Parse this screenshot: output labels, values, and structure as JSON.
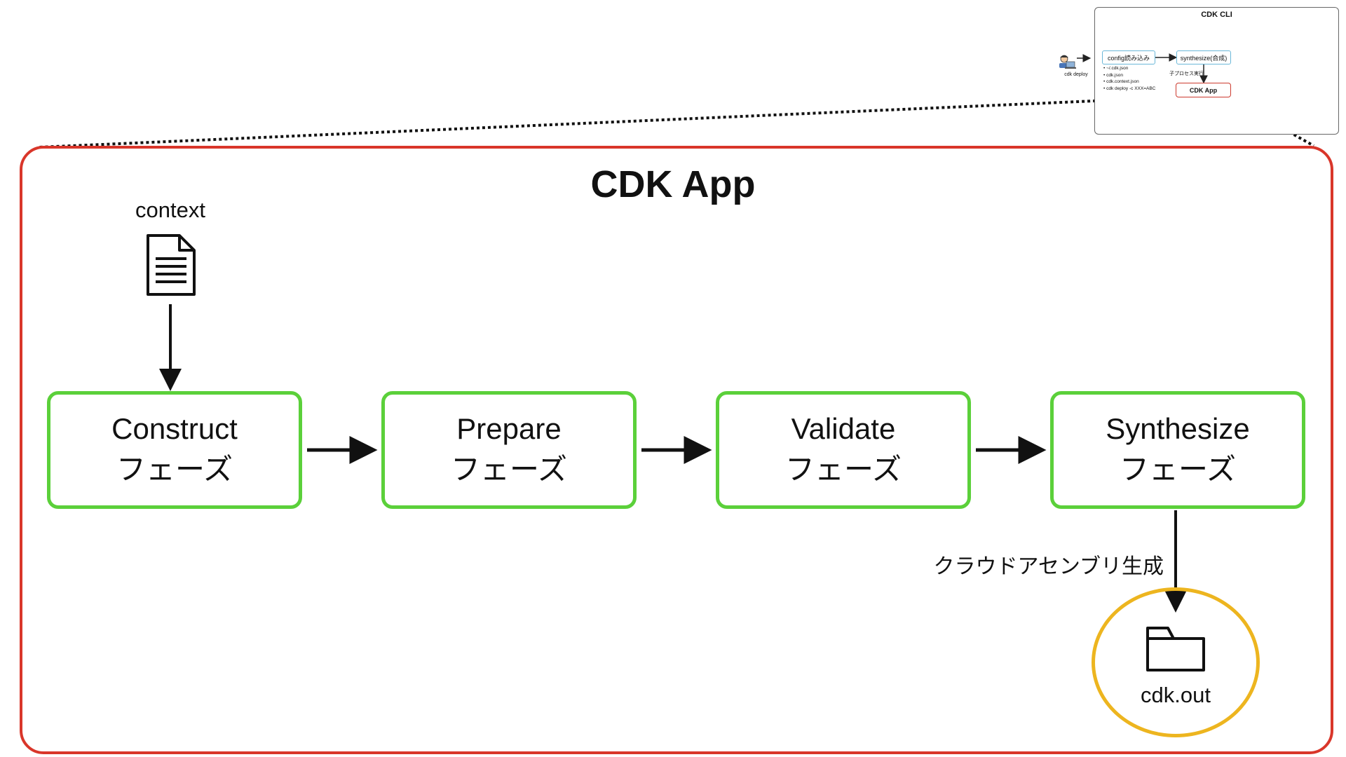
{
  "app": {
    "title": "CDK App"
  },
  "context": {
    "label": "context",
    "icon": "document-icon"
  },
  "phases": [
    {
      "name": "Construct",
      "suffix": "フェーズ"
    },
    {
      "name": "Prepare",
      "suffix": "フェーズ"
    },
    {
      "name": "Validate",
      "suffix": "フェーズ"
    },
    {
      "name": "Synthesize",
      "suffix": "フェーズ"
    }
  ],
  "assembly": {
    "label": "クラウドアセンブリ生成"
  },
  "output": {
    "label": "cdk.out",
    "icon": "folder-icon"
  },
  "cli": {
    "title": "CDK CLI",
    "user_label": "cdk deploy",
    "user_icon": "user-laptop-icon",
    "config_box": "config読み込み",
    "synth_box": "synthesize(合成)",
    "subprocess_label": "子プロセス実行",
    "app_box": "CDK App",
    "config_files": [
      "~/.cdk.json",
      "cdk.json",
      "cdk.context.json",
      "cdk deploy -c XXX=ABC"
    ]
  },
  "colors": {
    "app_frame": "#d9362a",
    "phase_border": "#5bd03a",
    "output_circle": "#edb51f",
    "cli_box": "#6ab7d8"
  }
}
